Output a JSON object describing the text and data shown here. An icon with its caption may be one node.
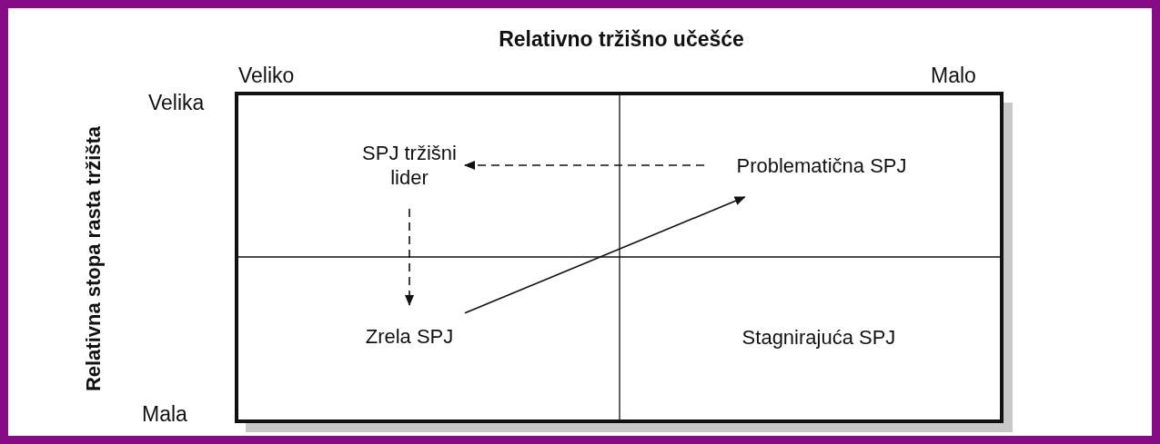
{
  "diagram": {
    "title": "Relativno tržišno učešće",
    "nodes": [
      {
        "text": [
          "SPJ tržišni lider"
        ]
      },
      {
        "text": [
          "Problematična SPJ"
        ]
      },
      {
        "text": [
          "Zrela SPJ"
        ]
      },
      {
        "text": [
          "Stagnirajuća SPJ"
        ]
      }
    ],
    "edges": [
      {
        "from": 1,
        "to": 0,
        "arrow": "to",
        "style": "dashed"
      },
      {
        "from": 0,
        "to": 2,
        "arrow": "to",
        "style": "dashed"
      },
      {
        "from": 2,
        "to": 1,
        "arrow": "to"
      }
    ],
    "labels": [
      "Relativna stopa rasta tržišta",
      "Veliko",
      "Malo",
      "Velika",
      "Mala"
    ]
  }
}
